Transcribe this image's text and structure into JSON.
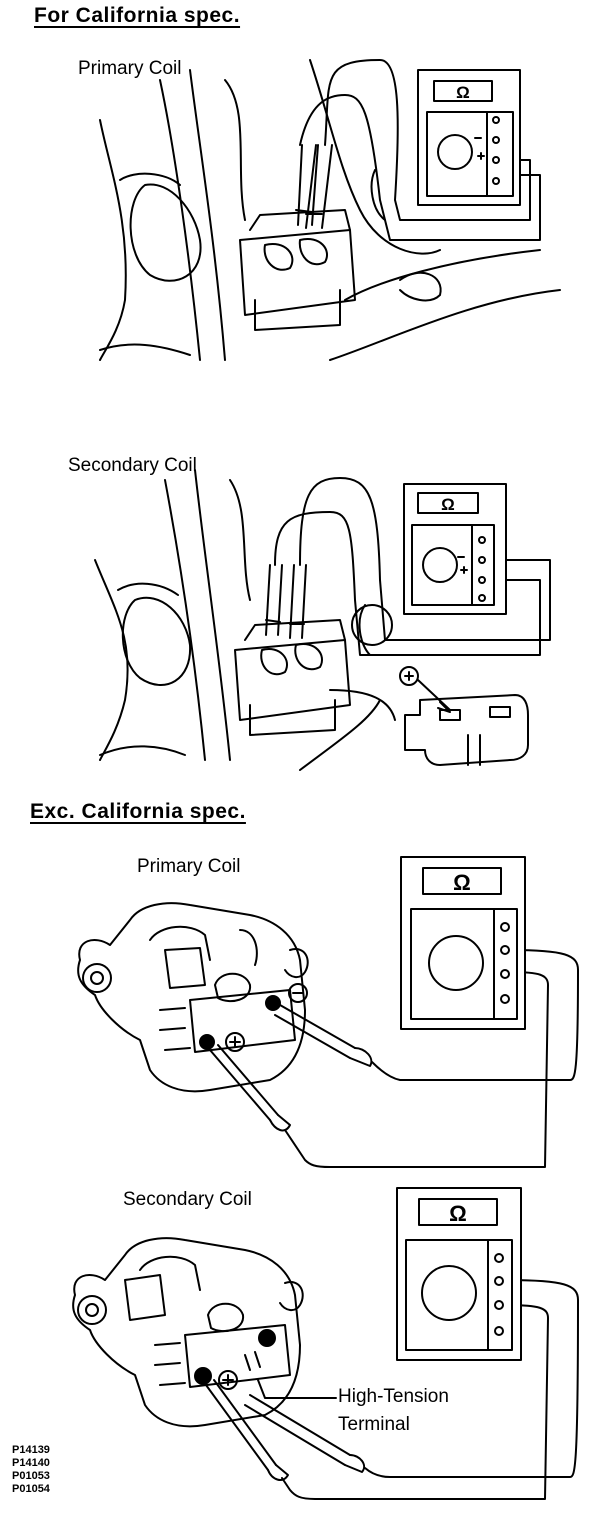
{
  "sections": {
    "california": {
      "heading": "For California spec.",
      "primary_label": "Primary Coil",
      "secondary_label": "Secondary Coil"
    },
    "exc_california": {
      "heading": "Exc. California spec.",
      "primary_label": "Primary Coil",
      "secondary_label": "Secondary Coil",
      "terminal_label_line1": "High-Tension",
      "terminal_label_line2": "Terminal"
    }
  },
  "meter_symbol": "Ω",
  "figure_codes": [
    "P14139",
    "P14140",
    "P01053",
    "P01054"
  ]
}
